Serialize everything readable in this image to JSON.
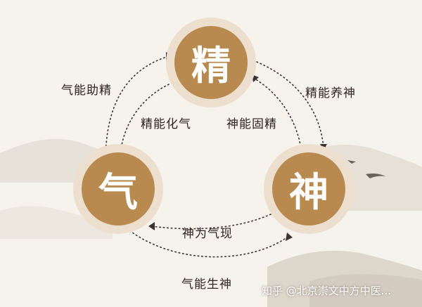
{
  "nodes": {
    "jing": "精",
    "qi": "气",
    "shen": "神"
  },
  "edges": {
    "qi_neng_zhu_jing": "气能助精",
    "jing_neng_yang_shen": "精能养神",
    "jing_neng_hua_qi": "精能化气",
    "shen_neng_gu_jing": "神能固精",
    "shen_wei_qi_xian": "神为气现",
    "qi_neng_sheng_shen": "气能生神"
  },
  "watermark": "知乎 @北京崇文中方中医...",
  "colors": {
    "background": "#f6f2ec",
    "node_outer": "#eddfcd",
    "node_inner": "#b88a4f",
    "node_text": "#ffffff",
    "dots": "#3a3430",
    "mountains": "#e3ddd4"
  }
}
